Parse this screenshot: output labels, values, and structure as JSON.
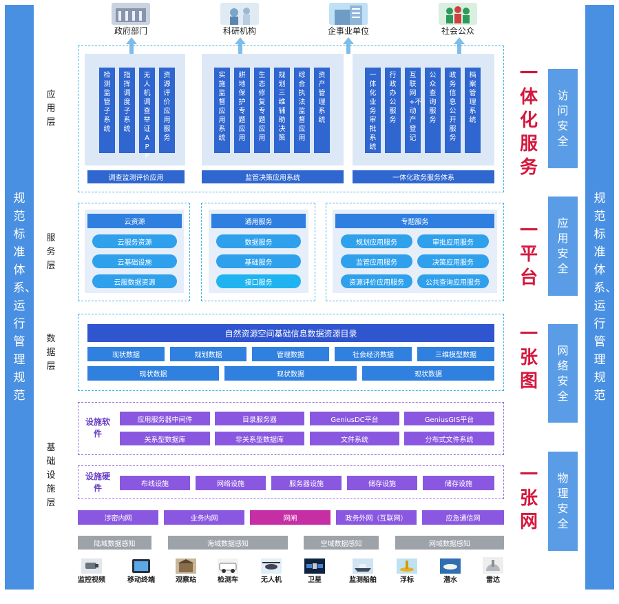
{
  "side_standard": "规范标准体系、运行管理规范",
  "top_targets": [
    "政府部门",
    "科研机构",
    "企事业单位",
    "社会公众"
  ],
  "layers": {
    "application": "应用层",
    "service": "服务层",
    "data": "数据层",
    "infrastructure": "基础设施层"
  },
  "app": {
    "group1": {
      "tiles": [
        "检测监管子系统",
        "指挥调度子系统",
        "无人机调查举证APP",
        "资源评价应用服务"
      ],
      "footer": "调查监测评价应用"
    },
    "group2": {
      "tiles": [
        "实施监督应用系统",
        "耕地保护专题应用",
        "生态修复专题应用",
        "规划三维辅助决策",
        "综合执法监督应用",
        "资产管理系统"
      ],
      "footer": "监管决策应用系统"
    },
    "group3": {
      "tiles": [
        "一体化业务审批系统",
        "行政办公服务",
        "互联网+不动产登记",
        "公众查询服务",
        "政务信息公开服务",
        "档案管理系统"
      ],
      "footer": "一体化政务服务体系"
    }
  },
  "service": {
    "cloud": {
      "title": "云资源",
      "items": [
        "云服务资源",
        "云基础设施",
        "云服数据资源"
      ]
    },
    "common": {
      "title": "通用服务",
      "items": [
        "数据服务",
        "基础服务",
        "接口服务"
      ]
    },
    "topic": {
      "title": "专题服务",
      "items": [
        "规划应用服务",
        "审批应用服务",
        "监管应用服务",
        "决策应用服务",
        "资源评价应用服务",
        "公共查询应用服务"
      ]
    }
  },
  "data": {
    "catalog": "自然资源空间基础信息数据资源目录",
    "row1": [
      "现状数据",
      "规划数据",
      "管理数据",
      "社会经济数据",
      "三维模型数据"
    ],
    "row2": [
      "现状数据",
      "现状数据",
      "现状数据"
    ]
  },
  "infra": {
    "software_label": "设施软件",
    "software": [
      "应用服务器中间件",
      "目录服务器",
      "GeniusDC平台",
      "GeniusGIS平台",
      "关系型数据库",
      "非关系型数据库",
      "文件系统",
      "分布式文件系统"
    ],
    "hardware_label": "设施硬件",
    "hardware": [
      "布线设施",
      "网络设施",
      "服务器设施",
      "储存设施",
      "储存设施"
    ],
    "networks": [
      "涉密内网",
      "业务内网",
      "网闸",
      "政务外网（互联网）",
      "应急通信网"
    ],
    "sensing": [
      "陆域数据感知",
      "海域数据感知",
      "空域数据感知",
      "网域数据感知"
    ],
    "devices": [
      "监控视频",
      "移动终端",
      "观察站",
      "检测车",
      "无人机",
      "卫星",
      "监测船舶",
      "浮标",
      "潜水",
      "雷达"
    ]
  },
  "slogans": [
    "一体化服务",
    "一平台",
    "一张图",
    "一张网"
  ],
  "security": [
    "访问安全",
    "应用安全",
    "网络安全",
    "物理安全"
  ],
  "colors": {
    "side": "#4a90e2",
    "slogan": "#d4183d",
    "tile_blue": "#2f66cf",
    "purple": "#8a58e0",
    "gateway": "#c62ea3",
    "gray": "#9ea3aa"
  }
}
